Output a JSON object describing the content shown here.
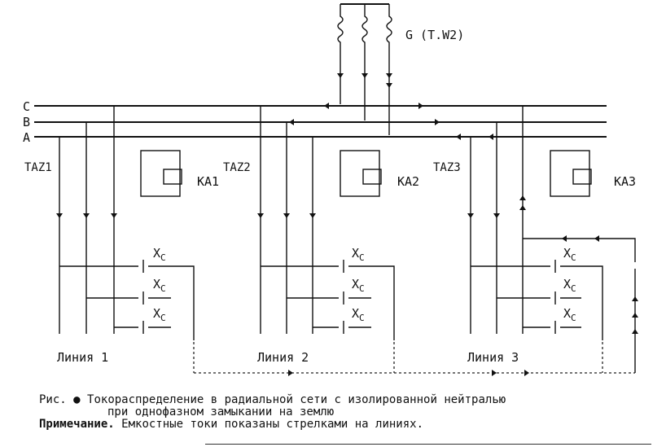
{
  "labels": {
    "generator": "G (T.W2)",
    "phases": [
      "C",
      "B",
      "A"
    ],
    "ct": [
      "TAZ1",
      "TAZ2",
      "TAZ3"
    ],
    "relays": [
      "KA1",
      "KA2",
      "KA3"
    ],
    "xc_base": "X",
    "xc_sub": "C",
    "lines": [
      "Линия 1",
      "Линия 2",
      "Линия 3"
    ]
  },
  "caption": {
    "prefix": "Рис.",
    "title_line1": "Токораспределение в радиальной сети с изолированной нейтралью",
    "title_line2": "при однофазном замыкании на землю",
    "note_label": "Примечание.",
    "note_text": "Емкостные токи показаны стрелками на линиях."
  }
}
